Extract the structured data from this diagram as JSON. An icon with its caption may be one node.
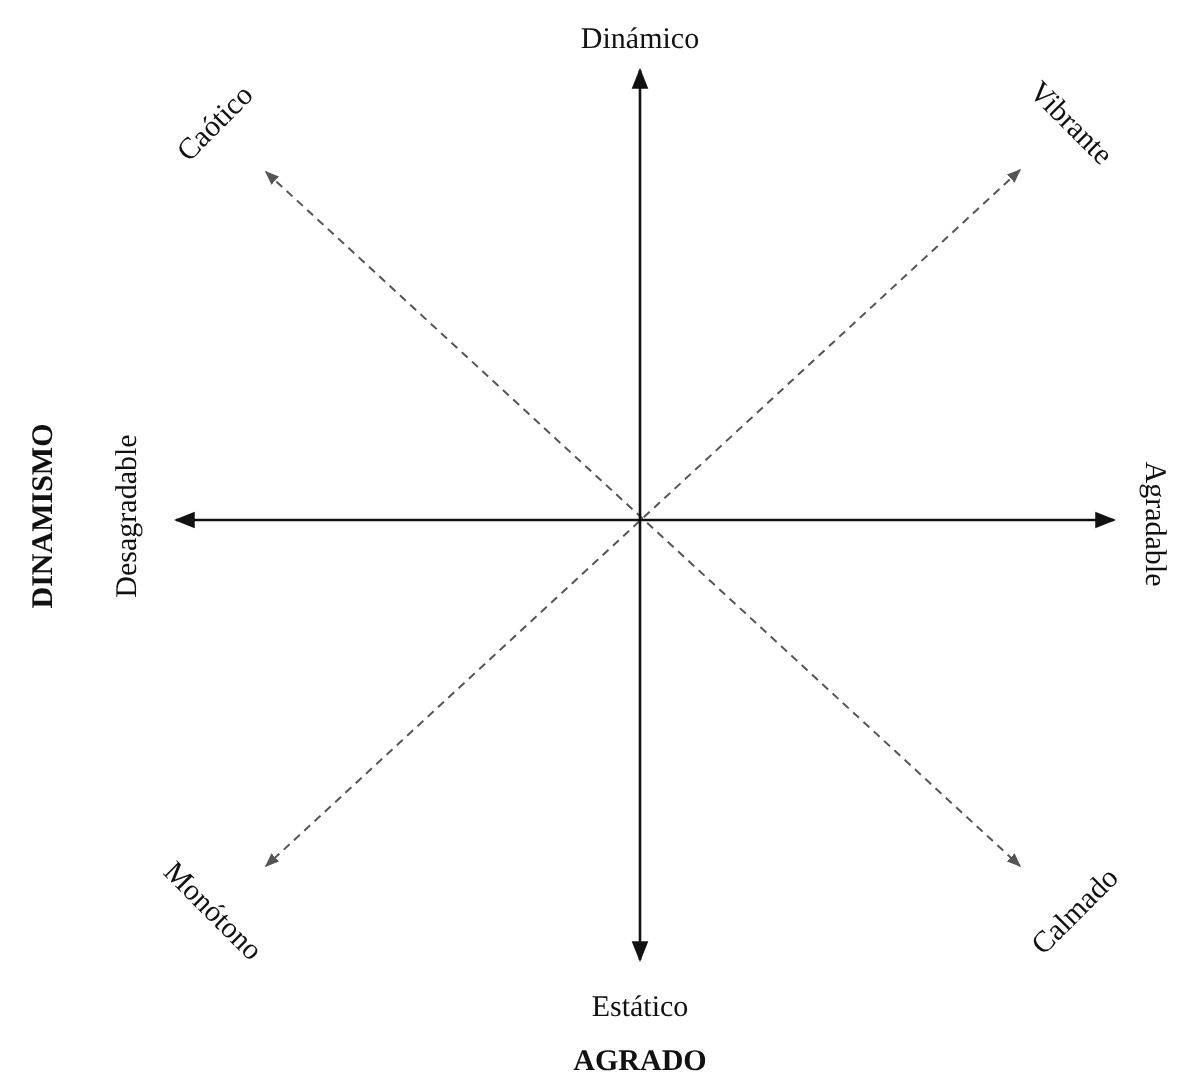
{
  "diagram": {
    "labels": [
      "Dinámico",
      "Caótico",
      "Vibrante",
      "DINAMISMO",
      "Desagradable",
      "Agradable",
      "Monótono",
      "Calmado",
      "Estático",
      "AGRADO"
    ]
  }
}
